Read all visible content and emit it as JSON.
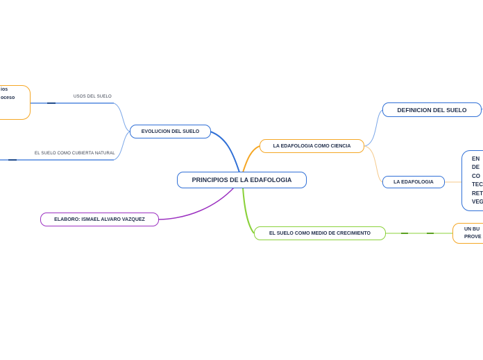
{
  "colors": {
    "blue": "#2f6fd6",
    "orange": "#f5a623",
    "green": "#8ad13a",
    "purple": "#9b30c0",
    "light_blue": "#7aa6e8",
    "dark_blue": "#1f4a8a",
    "text": "#1f2d4a"
  },
  "central": {
    "label": "PRINCIPIOS DE LA  EDAFOLOGIA"
  },
  "nodes": {
    "evolucion": "EVOLUCION DEL SUELO",
    "elaboro": "ELABORO: ISMAEL ALVARO VAZQUEZ",
    "ciencia": "LA EDAFOLOGIA COMO CIENCIA",
    "medio": "EL SUELO COMO MEDIO DE CRECIMIENTO",
    "definicion": "DEFINICION DEL SUELO",
    "la_edafologia": "LA EDAFOLOGIA"
  },
  "labels": {
    "usos": "USOS DEL SUELO",
    "cubierta": "EL SUELO COMO CUBIERTA NATURAL"
  },
  "cut_nodes": {
    "usos_child_lines": [
      "ios",
      "oceso"
    ],
    "edafologia_child_lines": [
      "EN",
      "DE",
      "CO",
      "TEC",
      "RET",
      "VEG"
    ],
    "medio_child_lines": [
      "UN BU",
      "PROVE"
    ]
  }
}
